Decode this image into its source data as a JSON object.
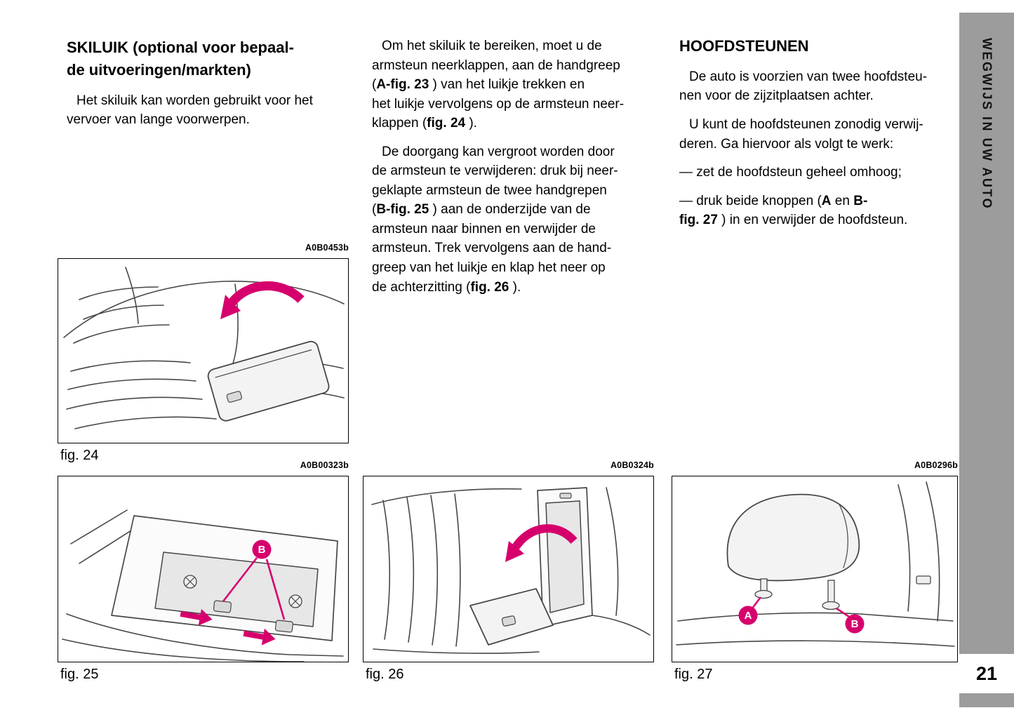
{
  "colors": {
    "accent": "#d6006d",
    "sidebar": "#9c9c9c",
    "lineart": "#474747"
  },
  "sidebar": {
    "title": "WEGWIJS IN UW AUTO",
    "page_number": "21"
  },
  "columns": {
    "left": {
      "heading": "SKILUIK (optional voor bepaal-\nde uitvoeringen/markten)",
      "paragraphs": [
        [
          {
            "t": "Het skiluik kan worden gebruikt voor het\nvervoer van lange voorwerpen."
          }
        ]
      ]
    },
    "middle": {
      "paragraphs": [
        [
          {
            "t": "Om het skiluik te bereiken, moet u de\narmsteun neerklappen, aan de handgreep\n("
          },
          {
            "t": "A-fig. 23",
            "b": true
          },
          {
            "t": " ) van het luikje trekken en\nhet luikje vervolgens op de armsteun neer-\nklappen ("
          },
          {
            "t": "fig. 24",
            "b": true
          },
          {
            "t": " )."
          }
        ],
        [
          {
            "t": "De doorgang kan vergroot worden door\nde armsteun te verwijderen: druk bij neer-\ngeklapte armsteun de twee handgrepen\n("
          },
          {
            "t": "B-fig. 25",
            "b": true
          },
          {
            "t": " ) aan de onderzijde van de\narmsteun naar binnen en verwijder de\narmsteun. Trek vervolgens aan de hand-\ngreep van het luikje en klap het neer op\nde achterzitting ("
          },
          {
            "t": "fig. 26",
            "b": true
          },
          {
            "t": " )."
          }
        ]
      ]
    },
    "right": {
      "heading": "HOOFDSTEUNEN",
      "paragraphs": [
        [
          {
            "t": "De auto is voorzien van twee hoofdsteu-\nnen voor de zijzitplaatsen achter."
          }
        ],
        [
          {
            "t": "U kunt de hoofdsteunen zonodig verwij-\nderen. Ga hiervoor als volgt te werk:"
          }
        ],
        [
          {
            "t": "— zet de hoofdsteun geheel omhoog;"
          }
        ],
        [
          {
            "t": "— druk beide knoppen ("
          },
          {
            "t": "A",
            "b": true
          },
          {
            "t": " en "
          },
          {
            "t": "B-",
            "b": true
          },
          {
            "t": "\n"
          },
          {
            "t": "fig. 27",
            "b": true
          },
          {
            "t": " ) in en verwijder de hoofdsteun."
          }
        ]
      ]
    }
  },
  "figures": [
    {
      "code": "A0B0453b",
      "label": "fig. 24"
    },
    {
      "code": "A0B00323b",
      "label": "fig. 25"
    },
    {
      "code": "A0B0324b",
      "label": "fig. 26"
    },
    {
      "code": "A0B0296b",
      "label": "fig. 27"
    }
  ],
  "annotations": {
    "fig25_b": "B",
    "fig27_a": "A",
    "fig27_b": "B"
  }
}
